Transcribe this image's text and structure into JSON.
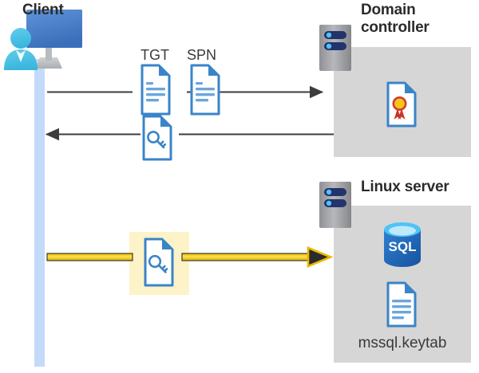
{
  "diagram": {
    "title_client": "Client",
    "title_domain_controller": "Domain\ncontroller",
    "title_domain_controller_line1": "Domain",
    "title_domain_controller_line2": "controller",
    "title_linux_server": "Linux server",
    "keytab_filename": "mssql.keytab",
    "label_tgt": "TGT",
    "label_spn": "SPN",
    "sql_icon_text": "SQL"
  },
  "colors": {
    "panel_gray": "#d6d6d6",
    "lifeline_blue": "#c3dbf9",
    "highlight_yellow": "#fdf3c8",
    "arrow_gray": "#444444",
    "arrow_yellow": "#f2c200",
    "doc_blue": "#3a84c8",
    "doc_blue_dark": "#2f6fae",
    "sql_blue": "#1f6fc4",
    "cert_red": "#c8342b",
    "cert_gold": "#f5c518",
    "server_gray": "#9a9a9a",
    "server_navy": "#23336b",
    "text_dark": "#2b2b2b"
  },
  "arrows": [
    {
      "name": "client-to-dc-request",
      "direction": "right",
      "label_icons": [
        "tgt-document",
        "spn-document"
      ],
      "color": "#444444"
    },
    {
      "name": "dc-to-client-response",
      "direction": "left",
      "label_icons": [
        "key-document"
      ],
      "color": "#444444"
    },
    {
      "name": "client-to-linux-ticket",
      "direction": "right",
      "label_icons": [
        "key-document-highlighted"
      ],
      "color": "#f2c200"
    }
  ],
  "nodes": [
    {
      "name": "client",
      "label": "Client",
      "icon": "user-monitor-icon"
    },
    {
      "name": "domain-controller",
      "label": "Domain controller",
      "icon": "server-rack-icon",
      "contents": [
        "certificate-document-icon"
      ]
    },
    {
      "name": "linux-server",
      "label": "Linux server",
      "icon": "server-rack-icon",
      "contents": [
        "sql-database-icon",
        "keytab-document-icon"
      ]
    }
  ]
}
